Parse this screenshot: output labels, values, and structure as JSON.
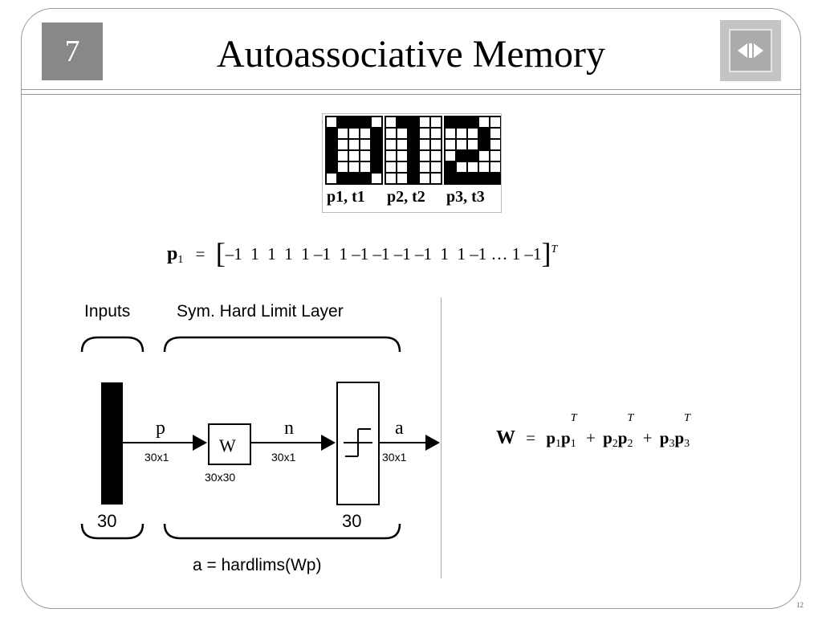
{
  "slide": {
    "chapter": "7",
    "title": "Autoassociative Memory",
    "page_number": "12",
    "nav_icon": "nav-prev-next-icon"
  },
  "patterns": {
    "labels": [
      "p1, t1",
      "p2, t2",
      "p3, t3"
    ]
  },
  "vector": {
    "lhs": "p",
    "lhs_sub": "1",
    "equals": "=",
    "elements": "–1  1  1  1  1 –1  1 –1 –1 –1 –1  1  1 –1 … 1 –1",
    "transpose": "T"
  },
  "network": {
    "inputs_label": "Inputs",
    "layer_label": "Sym. Hard Limit Layer",
    "p_label": "p",
    "p_dim": "30x1",
    "w_label": "W",
    "w_dim": "30x30",
    "n_label": "n",
    "n_dim": "30x1",
    "a_label": "a",
    "a_dim": "30x1",
    "input_size": "30",
    "layer_size": "30",
    "equation": "a = hardlims(Wp)"
  },
  "weight_eq": {
    "lhs": "W",
    "equals": "=",
    "plus": "+",
    "terms": [
      {
        "a": "p",
        "a_sub": "1",
        "b": "p",
        "b_sub": "1",
        "sup": "T"
      },
      {
        "a": "p",
        "a_sub": "2",
        "b": "p",
        "b_sub": "2",
        "sup": "T"
      },
      {
        "a": "p",
        "a_sub": "3",
        "b": "p",
        "b_sub": "3",
        "sup": "T"
      }
    ]
  }
}
